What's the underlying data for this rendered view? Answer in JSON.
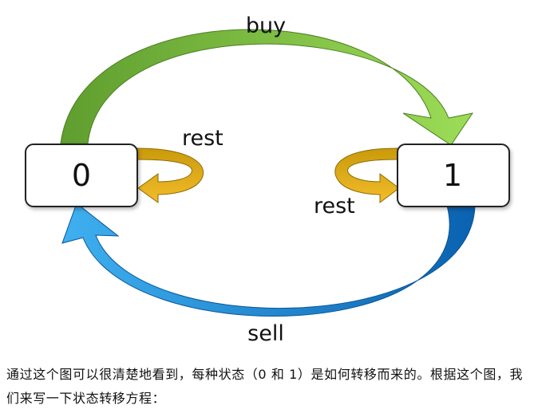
{
  "diagram": {
    "states": [
      "0",
      "1"
    ],
    "labels": {
      "buy": "buy",
      "sell": "sell",
      "rest_left": "rest",
      "rest_right": "rest"
    },
    "colors": {
      "buy_arrow_start": "#5f9e2f",
      "buy_arrow_end": "#9ddc57",
      "sell_arrow_start": "#0a62b0",
      "sell_arrow_end": "#3fb0f0",
      "rest_arrow_dark": "#c99a0a",
      "rest_arrow_light": "#f3bc2a",
      "state_border": "#222222",
      "state_fill": "#ffffff"
    }
  },
  "caption": {
    "text": "通过这个图可以很清楚地看到，每种状态（0 和 1）是如何转移而来的。根据这个图，我们来写一下状态转移方程："
  }
}
